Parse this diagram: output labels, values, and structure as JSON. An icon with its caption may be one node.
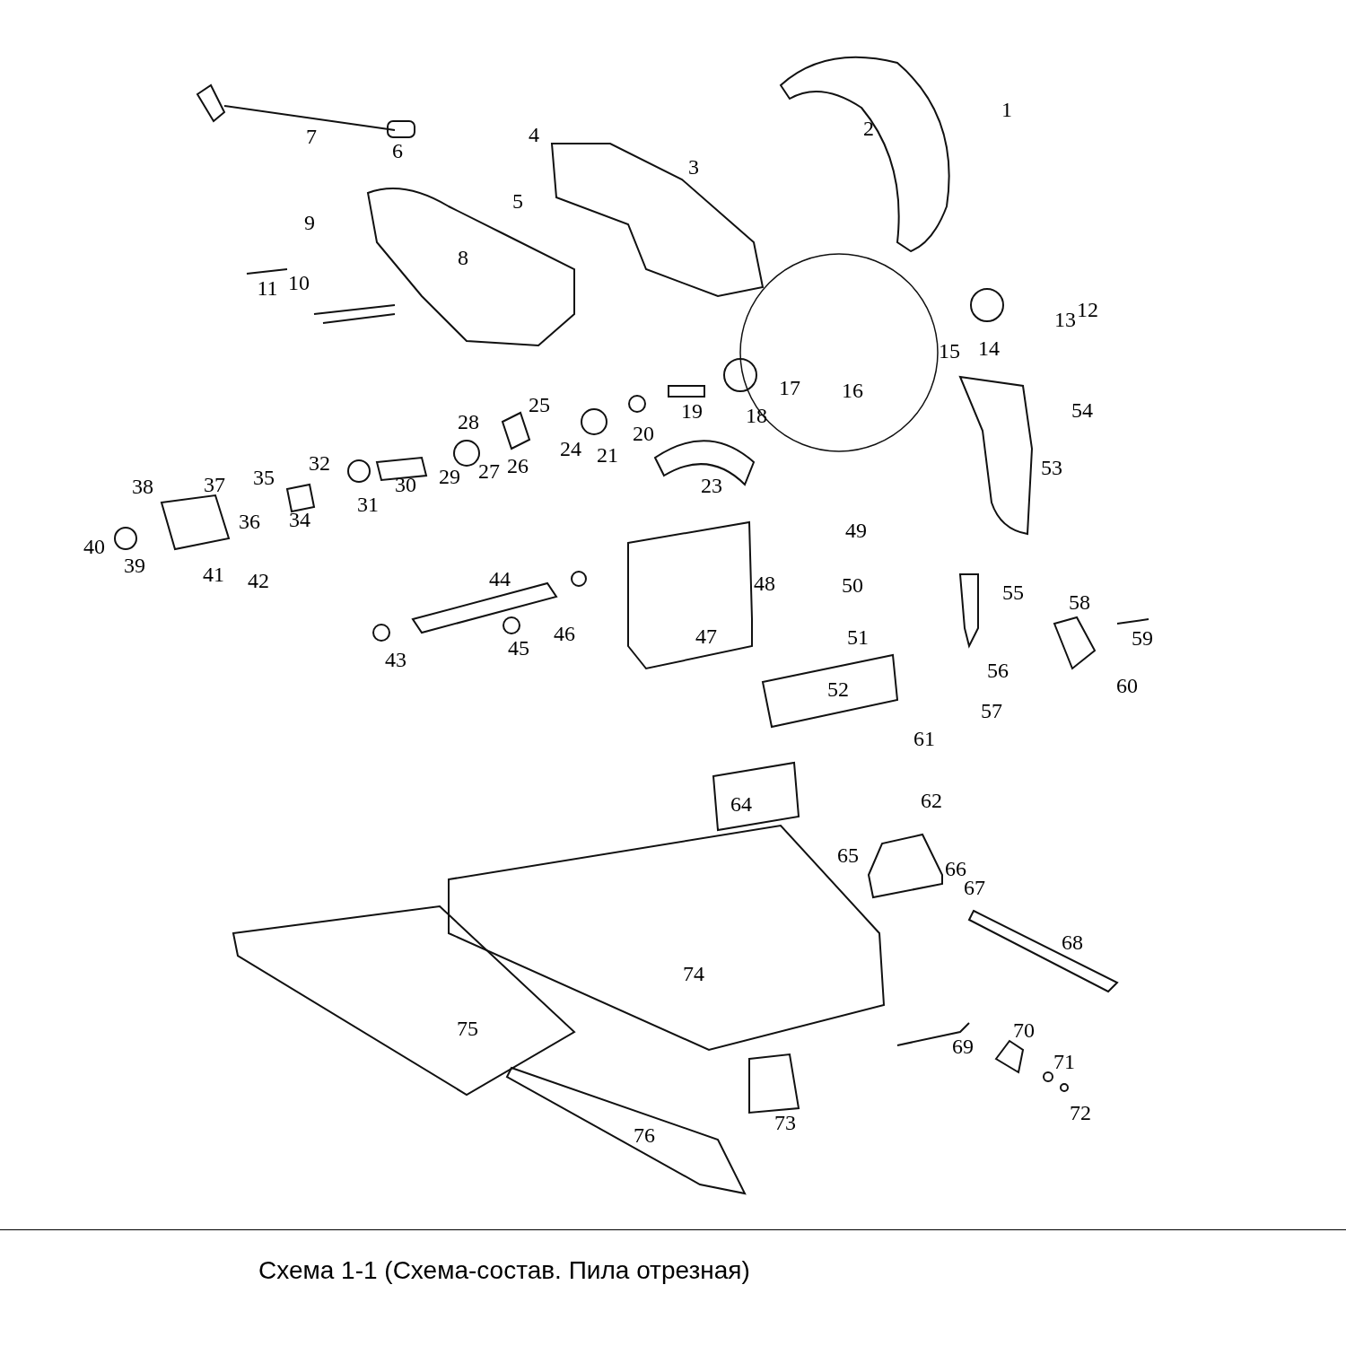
{
  "diagram": {
    "caption": "Схема 1-1 (Схема-состав. Пила отрезная)",
    "labels": [
      "1",
      "2",
      "3",
      "4",
      "5",
      "6",
      "7",
      "8",
      "9",
      "10",
      "11",
      "12",
      "13",
      "14",
      "15",
      "16",
      "17",
      "18",
      "19",
      "20",
      "21",
      "23",
      "24",
      "25",
      "26",
      "27",
      "28",
      "29",
      "30",
      "31",
      "32",
      "34",
      "35",
      "36",
      "37",
      "38",
      "39",
      "40",
      "41",
      "42",
      "43",
      "44",
      "45",
      "46",
      "47",
      "48",
      "49",
      "50",
      "51",
      "52",
      "53",
      "54",
      "55",
      "56",
      "57",
      "58",
      "59",
      "60",
      "61",
      "62",
      "64",
      "65",
      "66",
      "67",
      "68",
      "69",
      "70",
      "71",
      "72",
      "73",
      "74",
      "75",
      "76"
    ]
  }
}
